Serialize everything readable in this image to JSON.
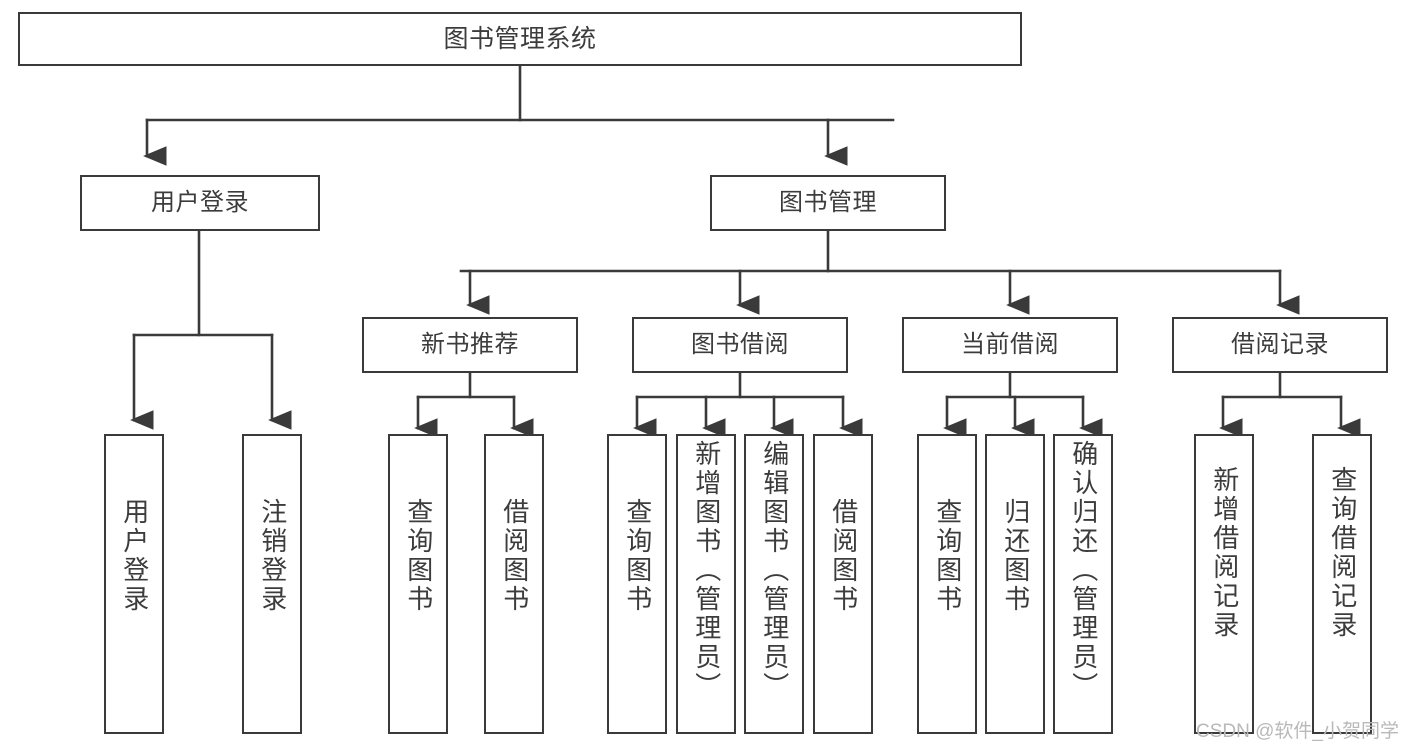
{
  "diagram": {
    "title": "图书管理系统",
    "type": "hierarchy-tree",
    "levels": 4,
    "nodes": {
      "root": {
        "label": "图书管理系统"
      },
      "level2": [
        {
          "id": "user-login",
          "label": "用户登录"
        },
        {
          "id": "book-manage",
          "label": "图书管理"
        }
      ],
      "level3": [
        {
          "id": "new-book-recommend",
          "label": "新书推荐"
        },
        {
          "id": "book-borrow",
          "label": "图书借阅"
        },
        {
          "id": "current-borrow",
          "label": "当前借阅"
        },
        {
          "id": "borrow-record",
          "label": "借阅记录"
        }
      ],
      "leaves": [
        {
          "id": "leaf-user-login",
          "label": "用户登录",
          "parent": "user-login"
        },
        {
          "id": "leaf-logout-login",
          "label": "注销登录",
          "parent": "user-login"
        },
        {
          "id": "leaf-query-book-1",
          "label": "查询图书",
          "parent": "new-book-recommend"
        },
        {
          "id": "leaf-borrow-book-1",
          "label": "借阅图书",
          "parent": "new-book-recommend"
        },
        {
          "id": "leaf-query-book-2",
          "label": "查询图书",
          "parent": "book-borrow"
        },
        {
          "id": "leaf-add-book",
          "label": "新增图书（管理员）",
          "parent": "book-borrow"
        },
        {
          "id": "leaf-edit-book",
          "label": "编辑图书（管理员）",
          "parent": "book-borrow"
        },
        {
          "id": "leaf-borrow-book-2",
          "label": "借阅图书",
          "parent": "book-borrow"
        },
        {
          "id": "leaf-query-book-3",
          "label": "查询图书",
          "parent": "current-borrow"
        },
        {
          "id": "leaf-return-book",
          "label": "归还图书",
          "parent": "current-borrow"
        },
        {
          "id": "leaf-confirm-return",
          "label": "确认归还（管理员）",
          "parent": "current-borrow"
        },
        {
          "id": "leaf-add-record",
          "label": "新增借阅记录",
          "parent": "borrow-record"
        },
        {
          "id": "leaf-query-record",
          "label": "查询借阅记录",
          "parent": "borrow-record"
        }
      ]
    },
    "colors": {
      "stroke": "#3a3a3a",
      "text": "#3c3c3c",
      "background": "#ffffff",
      "watermark": "#b9b9b9"
    }
  },
  "watermark": {
    "text": "CSDN @软件_小贺同学"
  }
}
